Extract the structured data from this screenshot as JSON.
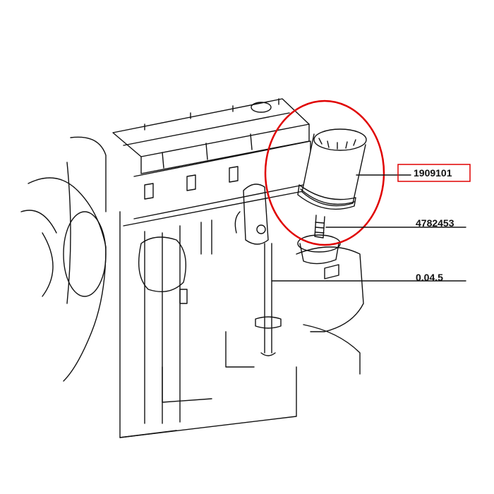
{
  "callouts": {
    "oil_filter": {
      "part_number": "1909101"
    },
    "filter_nipple": {
      "part_number": "4782453"
    },
    "dipstick": {
      "part_number": "0.04.5"
    }
  },
  "highlight": {
    "color": "#e00000"
  }
}
